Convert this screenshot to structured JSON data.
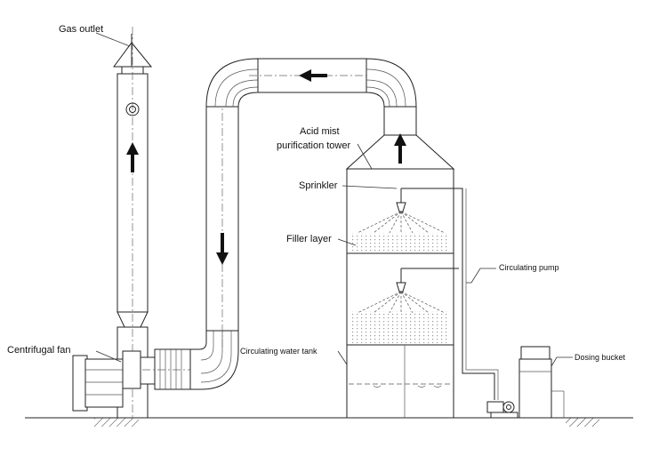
{
  "labels": {
    "gas_outlet": "Gas outlet",
    "acid_mist_line1": "Acid mist",
    "acid_mist_line2": "purification tower",
    "sprinkler": "Sprinkler",
    "filler_layer": "Filler layer",
    "circulating_pump": "Circulating pump",
    "centrifugal_fan": "Centrifugal fan",
    "circulating_water_tank": "Circulating water tank",
    "dosing_bucket": "Dosing bucket"
  },
  "flow_arrows": [
    "up",
    "down",
    "left",
    "up"
  ],
  "colors": {
    "line": "#222222",
    "background": "#ffffff",
    "arrow": "#111111"
  }
}
